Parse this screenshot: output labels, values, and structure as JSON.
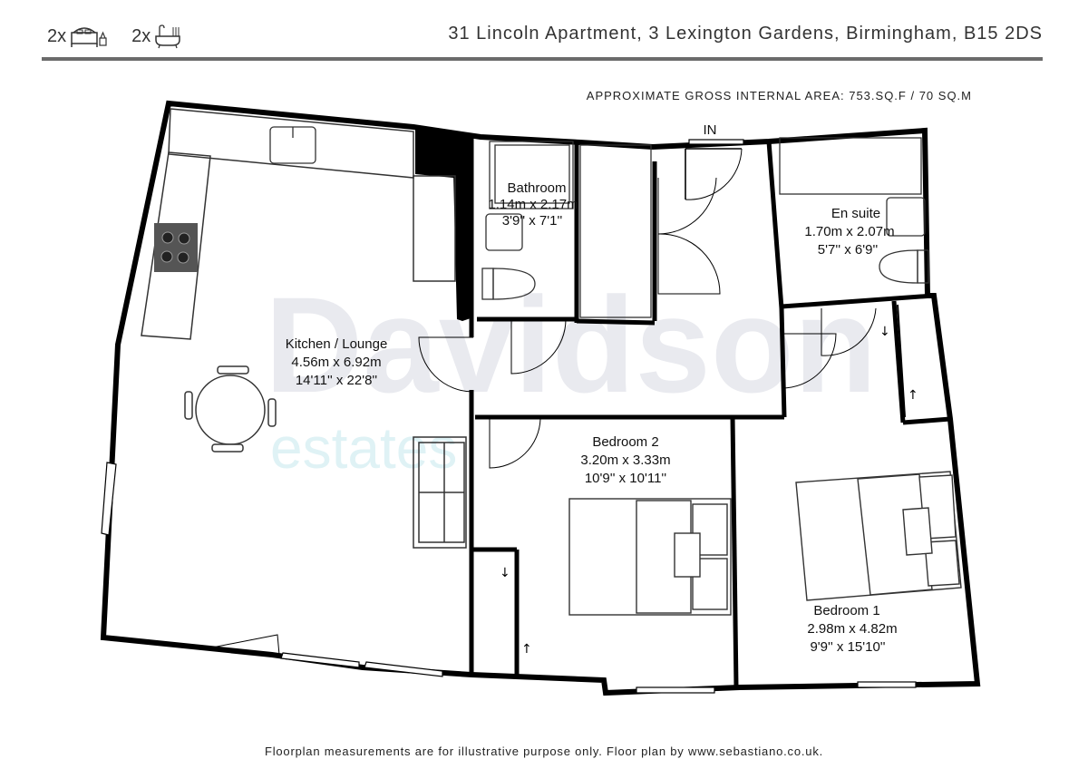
{
  "header": {
    "bedrooms_count": "2x",
    "bathrooms_count": "2x",
    "address": "31 Lincoln Apartment, 3 Lexington Gardens, Birmingham, B15 2DS"
  },
  "plan": {
    "gross_area": "APPROXIMATE GROSS INTERNAL AREA: 753.SQ.F / 70 SQ.M",
    "entrance_label": "IN",
    "watermark_name": "Davidson",
    "watermark_sub": "estates",
    "rooms": {
      "kitchen": {
        "name": "Kitchen / Lounge",
        "metric": "4.56m x 6.92m",
        "imperial": "14'11'' x 22'8''"
      },
      "bathroom": {
        "name": "Bathroom",
        "metric": "1.14m x 2.17m",
        "imperial": "3'9'' x 7'1''"
      },
      "ensuite": {
        "name": "En suite",
        "metric": "1.70m x 2.07m",
        "imperial": "5'7'' x 6'9''"
      },
      "bedroom2": {
        "name": "Bedroom 2",
        "metric": "3.20m x 3.33m",
        "imperial": "10'9'' x 10'11''"
      },
      "bedroom1": {
        "name": "Bedroom 1",
        "metric": "2.98m x 4.82m",
        "imperial": "9'9'' x 15'10''"
      }
    }
  },
  "footer": {
    "disclaimer": "Floorplan measurements are for illustrative purpose only. Floor plan by www.sebastiano.co.uk."
  }
}
